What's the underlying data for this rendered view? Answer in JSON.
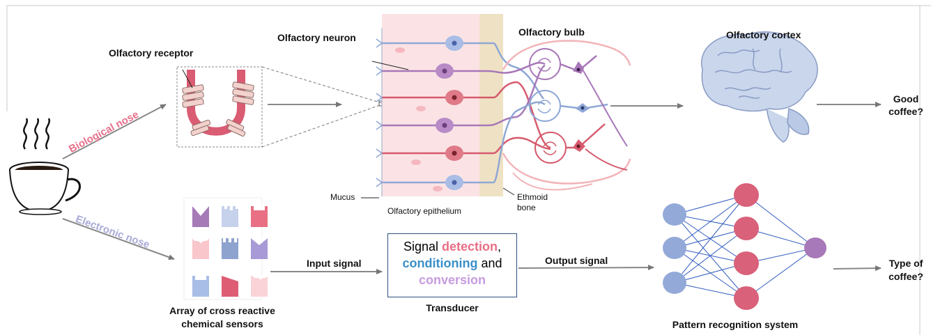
{
  "labels": {
    "olfactory_receptor": "Olfactory receptor",
    "olfactory_neuron": "Olfactory neuron",
    "olfactory_bulb": "Olfactory bulb",
    "olfactory_cortex": "Olfactory cortex",
    "good_coffee_1": "Good",
    "good_coffee_2": "coffee?",
    "mucus": "Mucus",
    "olfactory_epithelium": "Olfactory epithelium",
    "ethmoid_1": "Ethmoid",
    "ethmoid_2": "bone",
    "biological_nose": "Biological nose",
    "electronic_nose": "Electronic nose",
    "array_1": "Array of cross reactive",
    "array_2": "chemical sensors",
    "input_signal": "Input signal",
    "output_signal": "Output signal",
    "transducer": "Transducer",
    "pattern_recognition": "Pattern recognition system",
    "type_coffee_1": "Type of",
    "type_coffee_2": "coffee?"
  },
  "transducer_box": {
    "part1": "Signal ",
    "detection": "detection",
    "part2": ",",
    "conditioning": "conditioning",
    "part3": " and",
    "conversion": "conversion"
  },
  "colors": {
    "biological": "#e8708a",
    "electronic": "#a9abd8",
    "detection": "#e86f86",
    "conditioning": "#3a8fc7",
    "conversion": "#c79be0",
    "neuron_blue": "#8fa7d6",
    "neuron_purple": "#a777b8",
    "neuron_red": "#d65a6d",
    "epithelium": "#fbe3e5",
    "bone": "#efe2c4",
    "node_blue": "#93a9d8",
    "node_red": "#d9617a",
    "node_purple": "#a779b8",
    "net_line": "#2f5bbf"
  }
}
